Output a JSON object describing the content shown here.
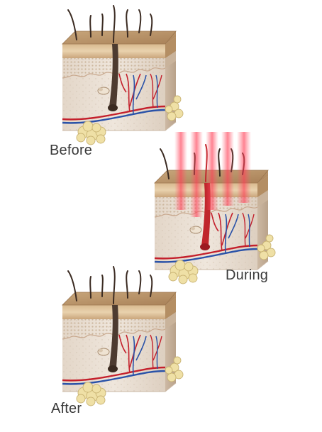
{
  "labels": {
    "before": "Before",
    "during": "During",
    "after": "After"
  },
  "colors": {
    "hair": "#3b2b22",
    "hair_damaged": "#c0262c",
    "epidermis_top": "#b8946a",
    "epidermis_side": "#d9bf98",
    "dermis": "#ebe0d5",
    "artery": "#c4202c",
    "vein": "#2a52a8",
    "fat": "#efe0a6",
    "laser": "#ff4d5e"
  }
}
